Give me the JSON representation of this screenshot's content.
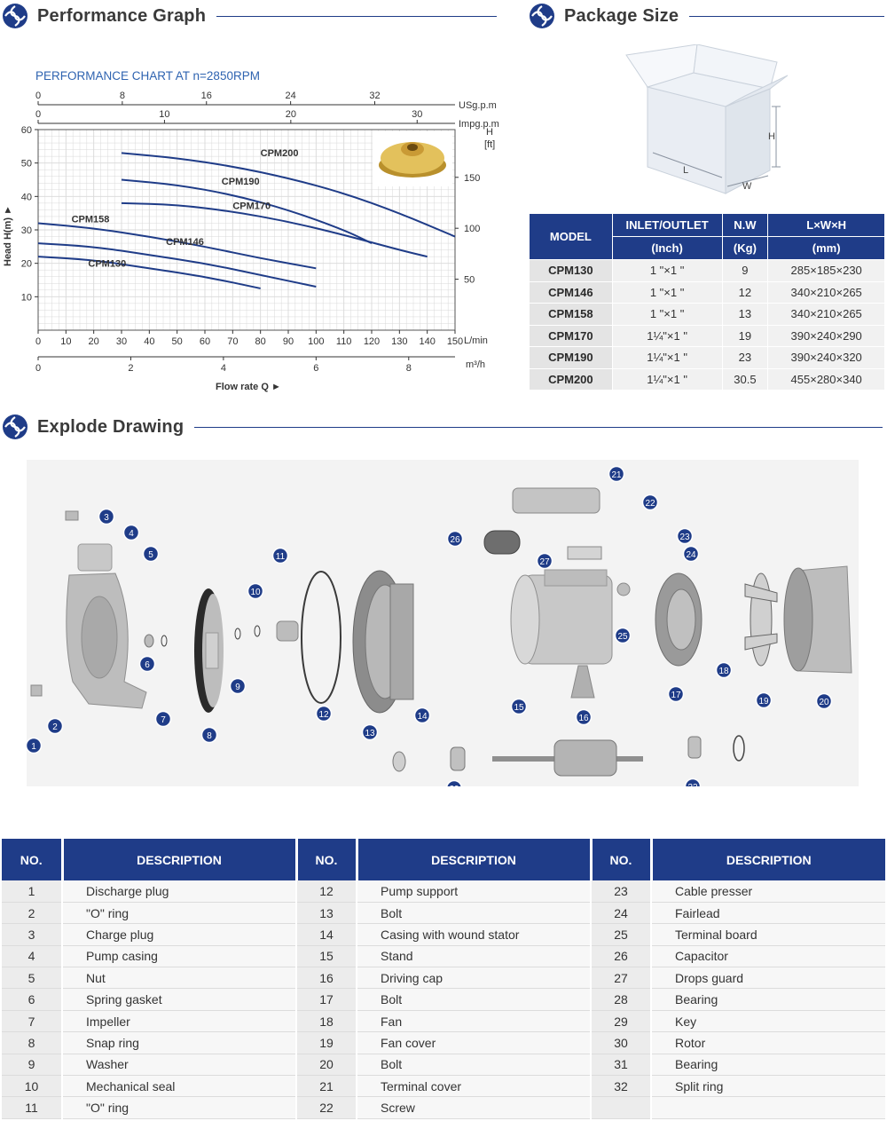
{
  "sections": {
    "performance": "Performance Graph",
    "package": "Package Size",
    "explode": "Explode Drawing"
  },
  "chart_data": {
    "type": "line",
    "title": "PERFORMANCE CHART AT n=2850RPM",
    "xlabel": "Flow rate Q ►",
    "ylabel": "Head H(m) ►",
    "ylabel_right": "H [ft]",
    "xlim": [
      0,
      150
    ],
    "ylim": [
      0,
      60
    ],
    "x_units_main": "L/min",
    "x_ticks_main": [
      0,
      10,
      20,
      30,
      40,
      50,
      60,
      70,
      80,
      90,
      100,
      110,
      120,
      130,
      140,
      150
    ],
    "y_ticks": [
      10,
      20,
      30,
      40,
      50,
      60
    ],
    "top_axis_usgpm": {
      "label": "USg.p.m",
      "ticks": [
        "0",
        "8",
        "16",
        "24",
        "32"
      ]
    },
    "top_axis_impgpm": {
      "label": "Impg.p.m",
      "ticks": [
        "0",
        "10",
        "20",
        "30"
      ]
    },
    "bottom_axis_m3h": {
      "label": "m³/h",
      "ticks": [
        "0",
        "2",
        "4",
        "6",
        "8"
      ]
    },
    "right_axis_ft": {
      "ticks": [
        "150",
        "100",
        "50"
      ]
    },
    "grid": true,
    "series": [
      {
        "name": "CPM200",
        "x": [
          30,
          50,
          70,
          90,
          110,
          130,
          150
        ],
        "y": [
          53,
          51.5,
          49,
          45.5,
          41,
          35,
          28
        ]
      },
      {
        "name": "CPM190",
        "x": [
          30,
          50,
          70,
          90,
          110,
          120
        ],
        "y": [
          45,
          43.5,
          40.5,
          36,
          30,
          26
        ]
      },
      {
        "name": "CPM170",
        "x": [
          30,
          50,
          70,
          90,
          110,
          130,
          140
        ],
        "y": [
          38,
          37.5,
          35.5,
          32.5,
          28.5,
          24,
          22
        ]
      },
      {
        "name": "CPM158",
        "x": [
          0,
          20,
          40,
          60,
          80,
          100
        ],
        "y": [
          32,
          30.5,
          28,
          25,
          21.5,
          18.5
        ]
      },
      {
        "name": "CPM146",
        "x": [
          0,
          20,
          40,
          60,
          80,
          100
        ],
        "y": [
          26,
          25,
          22.5,
          20,
          16.5,
          13
        ]
      },
      {
        "name": "CPM130",
        "x": [
          0,
          20,
          40,
          60,
          80
        ],
        "y": [
          22,
          21,
          18.5,
          16,
          12.5
        ]
      }
    ]
  },
  "package": {
    "dims": {
      "h": "H",
      "l": "L",
      "w": "W"
    },
    "headers": {
      "model": "MODEL",
      "inlet": "INLET/OUTLET",
      "inlet_unit": "(Inch)",
      "nw": "N.W",
      "nw_unit": "(Kg)",
      "lwh": "L×W×H",
      "lwh_unit": "(mm)"
    },
    "rows": [
      {
        "model": "CPM130",
        "inlet": "1 \"×1 \"",
        "nw": "9",
        "lwh": "285×185×230"
      },
      {
        "model": "CPM146",
        "inlet": "1 \"×1 \"",
        "nw": "12",
        "lwh": "340×210×265"
      },
      {
        "model": "CPM158",
        "inlet": "1 \"×1 \"",
        "nw": "13",
        "lwh": "340×210×265"
      },
      {
        "model": "CPM170",
        "inlet": "1¼\"×1 \"",
        "nw": "19",
        "lwh": "390×240×290"
      },
      {
        "model": "CPM190",
        "inlet": "1¼\"×1 \"",
        "nw": "23",
        "lwh": "390×240×320"
      },
      {
        "model": "CPM200",
        "inlet": "1¼\"×1 \"",
        "nw": "30.5",
        "lwh": "455×280×340"
      }
    ]
  },
  "parts": {
    "headers": {
      "no": "NO.",
      "desc": "DESCRIPTION"
    },
    "items": [
      {
        "no": "1",
        "desc": "Discharge plug"
      },
      {
        "no": "2",
        "desc": "\"O\" ring"
      },
      {
        "no": "3",
        "desc": "Charge plug"
      },
      {
        "no": "4",
        "desc": "Pump casing"
      },
      {
        "no": "5",
        "desc": "Nut"
      },
      {
        "no": "6",
        "desc": "Spring gasket"
      },
      {
        "no": "7",
        "desc": "Impeller"
      },
      {
        "no": "8",
        "desc": "Snap ring"
      },
      {
        "no": "9",
        "desc": "Washer"
      },
      {
        "no": "10",
        "desc": "Mechanical seal"
      },
      {
        "no": "11",
        "desc": "\"O\" ring"
      },
      {
        "no": "12",
        "desc": "Pump support"
      },
      {
        "no": "13",
        "desc": "Bolt"
      },
      {
        "no": "14",
        "desc": "Casing with wound stator"
      },
      {
        "no": "15",
        "desc": "Stand"
      },
      {
        "no": "16",
        "desc": "Driving cap"
      },
      {
        "no": "17",
        "desc": "Bolt"
      },
      {
        "no": "18",
        "desc": "Fan"
      },
      {
        "no": "19",
        "desc": "Fan cover"
      },
      {
        "no": "20",
        "desc": "Bolt"
      },
      {
        "no": "21",
        "desc": "Terminal cover"
      },
      {
        "no": "22",
        "desc": "Screw"
      },
      {
        "no": "23",
        "desc": "Cable presser"
      },
      {
        "no": "24",
        "desc": "Fairlead"
      },
      {
        "no": "25",
        "desc": "Terminal board"
      },
      {
        "no": "26",
        "desc": "Capacitor"
      },
      {
        "no": "27",
        "desc": "Drops guard"
      },
      {
        "no": "28",
        "desc": "Bearing"
      },
      {
        "no": "29",
        "desc": "Key"
      },
      {
        "no": "30",
        "desc": "Rotor"
      },
      {
        "no": "31",
        "desc": "Bearing"
      },
      {
        "no": "32",
        "desc": "Split ring"
      }
    ]
  },
  "colors": {
    "navy": "#1f3c88",
    "chart_title": "#2e63b0",
    "curve": "#1f3c88",
    "grid": "#d9d9d9"
  }
}
